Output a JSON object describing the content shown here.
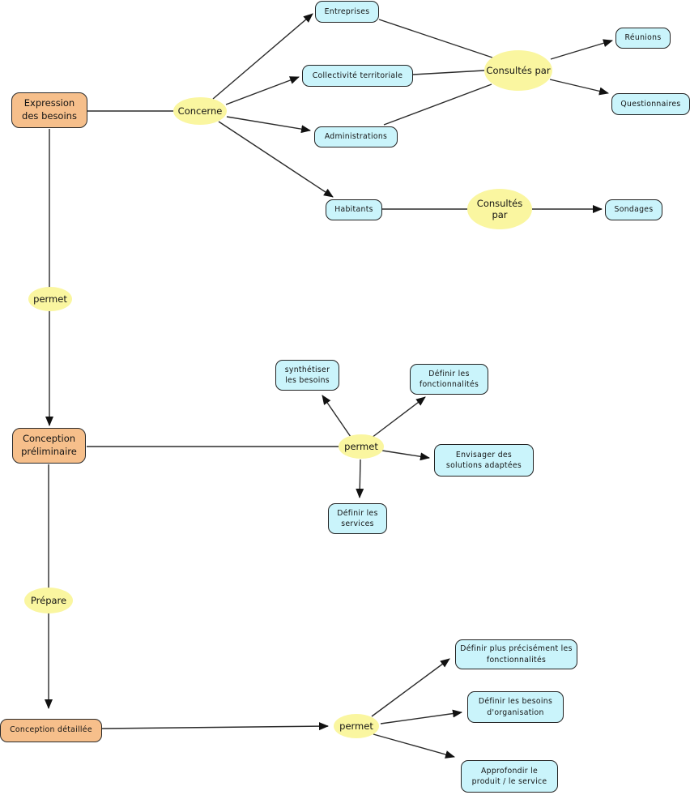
{
  "diagram": {
    "type": "concept-map",
    "language": "fr",
    "colors": {
      "stage_fill": "#f6bf8b",
      "concept_fill": "#caf4fb",
      "linking_phrase_fill": "#faf6a0",
      "line": "#2b2b2b",
      "background": "#ffffff"
    },
    "nodes": {
      "expression_des_besoins": {
        "label": "Expression des besoins",
        "kind": "stage"
      },
      "concerne": {
        "label": "Concerne",
        "kind": "linking-phrase"
      },
      "entreprises": {
        "label": "Entreprises",
        "kind": "concept"
      },
      "collectivite_territoriale": {
        "label": "Collectivité territoriale",
        "kind": "concept"
      },
      "administrations": {
        "label": "Administrations",
        "kind": "concept"
      },
      "habitants": {
        "label": "Habitants",
        "kind": "concept"
      },
      "consultes_par_1": {
        "label": "Consultés par",
        "kind": "linking-phrase"
      },
      "reunions": {
        "label": "Réunions",
        "kind": "concept"
      },
      "questionnaires": {
        "label": "Questionnaires",
        "kind": "concept"
      },
      "consultes_par_2": {
        "label": "Consultés par",
        "kind": "linking-phrase"
      },
      "sondages": {
        "label": "Sondages",
        "kind": "concept"
      },
      "permet_1": {
        "label": "permet",
        "kind": "linking-phrase"
      },
      "conception_preliminaire": {
        "label": "Conception préliminaire",
        "kind": "stage"
      },
      "permet_2": {
        "label": "permet",
        "kind": "linking-phrase"
      },
      "synthetiser_les_besoins": {
        "label": "synthétiser les besoins",
        "kind": "concept"
      },
      "definir_les_fonctionnalites": {
        "label": "Définir les fonctionnalités",
        "kind": "concept"
      },
      "envisager_solutions_adaptees": {
        "label": "Envisager des solutions adaptées",
        "kind": "concept"
      },
      "definir_les_services": {
        "label": "Définir les services",
        "kind": "concept"
      },
      "prepare": {
        "label": "Prépare",
        "kind": "linking-phrase"
      },
      "conception_detaillee": {
        "label": "Conception détaillée",
        "kind": "stage"
      },
      "permet_3": {
        "label": "permet",
        "kind": "linking-phrase"
      },
      "definir_plus_precisement_fonctionnalites": {
        "label": "Définir plus précisément les fonctionnalités",
        "kind": "concept"
      },
      "definir_besoins_organisation": {
        "label": "Définir les besoins d'organisation",
        "kind": "concept"
      },
      "approfondir_produit_service": {
        "label": "Approfondir le produit / le service",
        "kind": "concept"
      }
    },
    "edges": [
      {
        "from": "expression_des_besoins",
        "to": "concerne",
        "arrow": false
      },
      {
        "from": "concerne",
        "to": "entreprises",
        "arrow": true
      },
      {
        "from": "concerne",
        "to": "collectivite_territoriale",
        "arrow": true
      },
      {
        "from": "concerne",
        "to": "administrations",
        "arrow": true
      },
      {
        "from": "concerne",
        "to": "habitants",
        "arrow": true
      },
      {
        "from": "entreprises",
        "to": "consultes_par_1",
        "arrow": false
      },
      {
        "from": "collectivite_territoriale",
        "to": "consultes_par_1",
        "arrow": false
      },
      {
        "from": "administrations",
        "to": "consultes_par_1",
        "arrow": false
      },
      {
        "from": "consultes_par_1",
        "to": "reunions",
        "arrow": true
      },
      {
        "from": "consultes_par_1",
        "to": "questionnaires",
        "arrow": true
      },
      {
        "from": "habitants",
        "to": "consultes_par_2",
        "arrow": false
      },
      {
        "from": "consultes_par_2",
        "to": "sondages",
        "arrow": true
      },
      {
        "from": "expression_des_besoins",
        "to": "conception_preliminaire",
        "via": "permet_1",
        "arrow": true
      },
      {
        "from": "conception_preliminaire",
        "to": "permet_2",
        "arrow": false
      },
      {
        "from": "permet_2",
        "to": "synthetiser_les_besoins",
        "arrow": true
      },
      {
        "from": "permet_2",
        "to": "definir_les_fonctionnalites",
        "arrow": true
      },
      {
        "from": "permet_2",
        "to": "envisager_solutions_adaptees",
        "arrow": true
      },
      {
        "from": "permet_2",
        "to": "definir_les_services",
        "arrow": true
      },
      {
        "from": "conception_preliminaire",
        "to": "conception_detaillee",
        "via": "prepare",
        "arrow": true
      },
      {
        "from": "conception_detaillee",
        "to": "permet_3",
        "arrow": true
      },
      {
        "from": "permet_3",
        "to": "definir_plus_precisement_fonctionnalites",
        "arrow": true
      },
      {
        "from": "permet_3",
        "to": "definir_besoins_organisation",
        "arrow": true
      },
      {
        "from": "permet_3",
        "to": "approfondir_produit_service",
        "arrow": true
      }
    ]
  }
}
